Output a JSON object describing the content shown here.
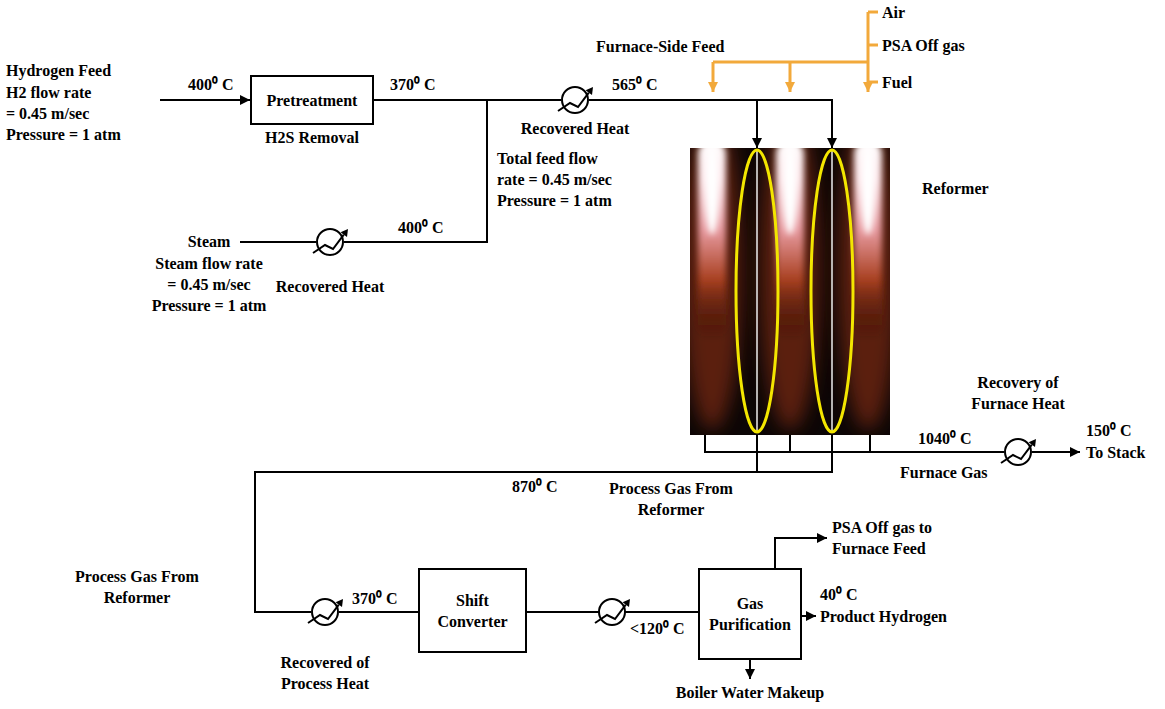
{
  "diagram": {
    "nodes": [
      {
        "text": [
          "Pretreatment",
          "H2S Removal"
        ]
      },
      {
        "text": [
          "Recovered Heat"
        ]
      },
      {
        "text": [
          "Reformer"
        ]
      },
      {
        "text": [
          "Recovered Heat"
        ]
      },
      {
        "text": [
          "Recovery of Furnace Heat"
        ]
      },
      {
        "text": [
          "Recovered of Process Heat"
        ]
      },
      {
        "text": [
          "Shift Converter"
        ]
      },
      {
        "text": [
          "Gas Purification"
        ]
      }
    ],
    "edges": [
      {
        "from": 0,
        "to": 1,
        "arrow": "none"
      },
      {
        "from": 3,
        "to": 1,
        "arrow": "none"
      },
      {
        "from": 1,
        "to": 2,
        "arrow": "to"
      },
      {
        "from": 2,
        "to": 4,
        "arrow": "none"
      },
      {
        "from": 2,
        "to": 5,
        "arrow": "none"
      },
      {
        "from": 5,
        "to": 6,
        "arrow": "none"
      },
      {
        "from": 6,
        "to": 7,
        "arrow": "none"
      }
    ],
    "labels": [
      "Hydrogen Feed",
      "H2 flow rate = 0.45 m/sec",
      "Pressure = 1 atm",
      "400⁰ C",
      "370⁰ C",
      "Furnace-Side Feed",
      "Air",
      "PSA Off gas",
      "Fuel",
      "565⁰ C",
      "Total feed flow rate = 0.45 m/sec",
      "Pressure = 1 atm",
      "Steam",
      "Steam flow rate = 0.45 m/sec",
      "Pressure = 1 atm",
      "400⁰ C",
      "1040⁰ C",
      "150⁰ C",
      "To Stack",
      "Furnace Gas",
      "870⁰ C",
      "Process Gas From Reformer",
      "Process Gas From Reformer",
      "370⁰ C",
      "<120⁰ C",
      "PSA Off gas to Furnace Feed",
      "40⁰ C",
      "Product Hydrogen",
      "Boiler Water Makeup"
    ]
  }
}
